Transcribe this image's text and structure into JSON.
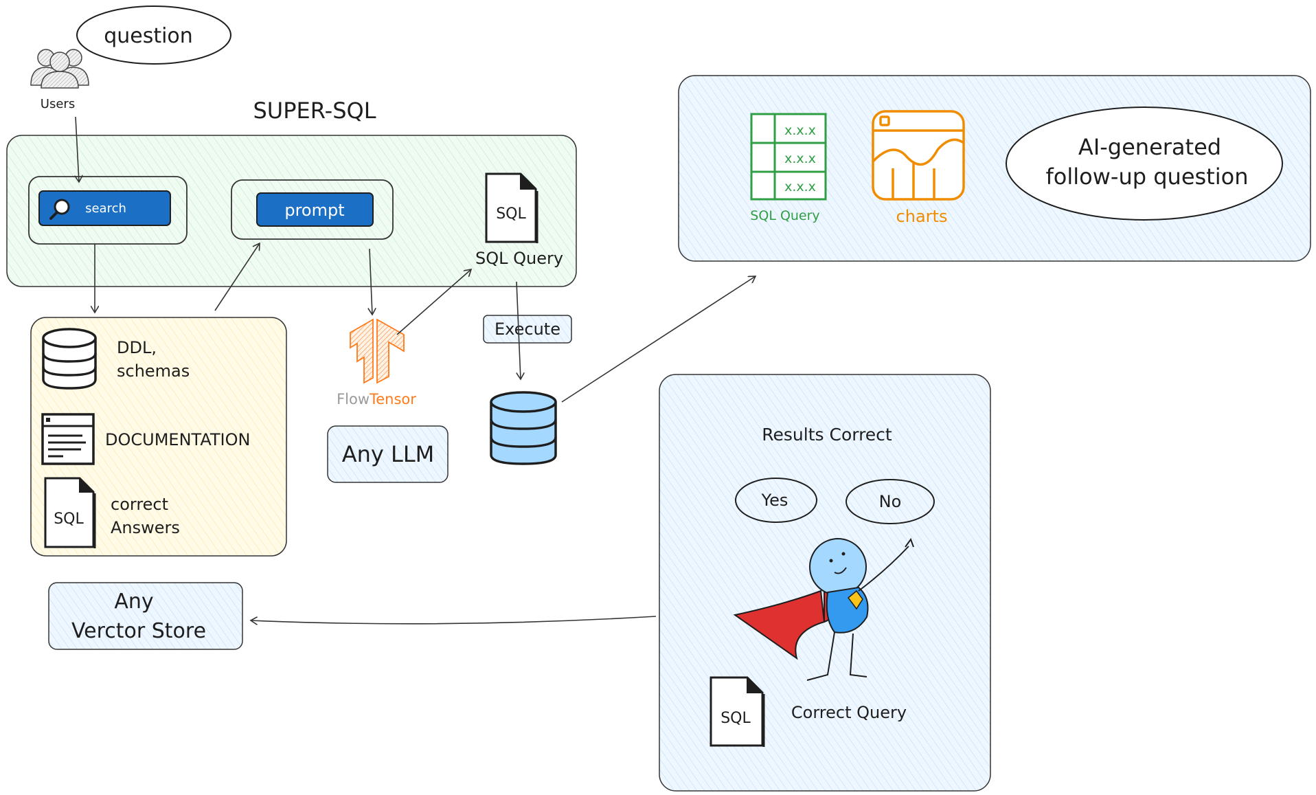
{
  "question_bubble": "question",
  "users_label": "Users",
  "super_sql_title": "SUPER-SQL",
  "search_button": "search",
  "prompt_button": "prompt",
  "sql_icon_text": "SQL",
  "sql_query_label": "SQL Query",
  "flow_tensor": {
    "part1": "Flow",
    "part2": "Tensor"
  },
  "any_llm": "Any LLM",
  "execute_label": "Execute",
  "knowledge": {
    "ddl_line1": "DDL,",
    "ddl_line2": "schemas",
    "documentation": "DOCUMENTATION",
    "correct_line1": "correct",
    "correct_line2": "Answers"
  },
  "vector_store": {
    "line1": "Any",
    "line2": "Verctor Store"
  },
  "output_panel": {
    "cell_text": "x.x.x",
    "sql_query_label": "SQL Query",
    "charts_label": "charts",
    "followup_line1": "AI-generated",
    "followup_line2": "follow-up question"
  },
  "feedback_panel": {
    "title": "Results Correct",
    "yes": "Yes",
    "no": "No",
    "correct_query": "Correct Query"
  },
  "colors": {
    "green_box": "#ebfbee",
    "yellow_box": "#fff9db",
    "blue_box": "#e7f5ff",
    "button_blue": "#1b6fc4",
    "table_green": "#2f9e44",
    "chart_orange": "#f08c00",
    "tensor_orange": "#ff7a1a",
    "cape_red": "#e03131",
    "hero_blue": "#339af0"
  }
}
